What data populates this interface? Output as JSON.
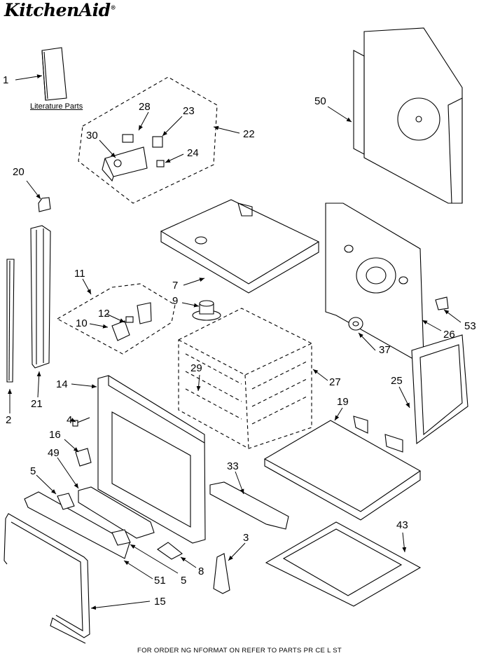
{
  "brand": "KitchenAid",
  "brand_mark": "®",
  "literature_label": "Literature Parts",
  "footer": "FOR ORDER NG NFORMAT ON REFER TO PARTS PR CE L ST",
  "callouts": [
    "1",
    "28",
    "23",
    "22",
    "30",
    "24",
    "50",
    "20",
    "11",
    "12",
    "10",
    "7",
    "9",
    "53",
    "26",
    "37",
    "21",
    "2",
    "14",
    "4",
    "29",
    "27",
    "25",
    "19",
    "16",
    "49",
    "33",
    "5",
    "3",
    "43",
    "8",
    "51",
    "5",
    "15"
  ]
}
